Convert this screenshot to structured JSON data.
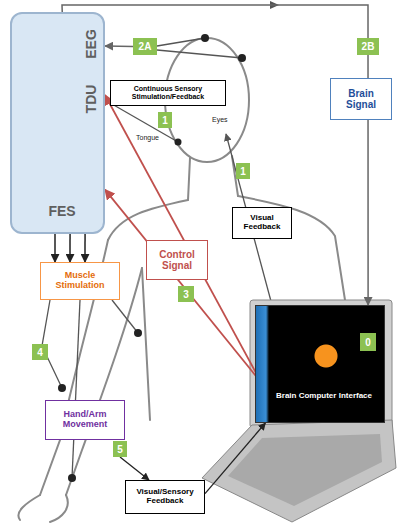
{
  "diagram": {
    "nodes": [
      {
        "text": [
          "EEG",
          "TDU",
          "FES"
        ]
      },
      {
        "text": [
          "2A"
        ]
      },
      {
        "text": [
          "Continuous Sensory Stimulation/Feedback"
        ]
      },
      {
        "text": [
          "Brain Signal"
        ]
      },
      {
        "text": [
          "1"
        ]
      },
      {
        "text": [
          "1"
        ]
      },
      {
        "text": [
          "2B"
        ]
      },
      {
        "text": [
          "Visual Feedback"
        ]
      },
      {
        "text": [
          "Muscle Stimulation"
        ]
      },
      {
        "text": [
          "Control Signal"
        ]
      },
      {
        "text": [
          "3"
        ]
      },
      {
        "text": [
          "Brain Computer Interface"
        ]
      },
      {
        "text": [
          "0"
        ],
        "in": 11
      },
      {
        "text": [
          "4"
        ]
      },
      {
        "text": [
          "Hand/Arm Movement"
        ]
      },
      {
        "text": [
          "5"
        ]
      },
      {
        "text": [
          "Visual/Sensory Feedback"
        ]
      }
    ],
    "edges": [
      {
        "from": 0,
        "to": 11,
        "arrow": "to"
      },
      {
        "from": 1,
        "to": 0,
        "arrow": "to"
      },
      {
        "from": 11,
        "to": 0,
        "arrow": "to"
      },
      {
        "from": 11,
        "to": 0,
        "arrow": "to"
      },
      {
        "from": 0,
        "to": 8,
        "arrow": "to"
      },
      {
        "from": 0,
        "to": 8,
        "arrow": "to"
      },
      {
        "from": 0,
        "to": 8,
        "arrow": "to"
      },
      {
        "from": 15,
        "to": 16,
        "arrow": "to"
      },
      {
        "from": 16,
        "to": 11,
        "arrow": "to"
      }
    ],
    "labels": [
      "Eyes",
      "Tongue"
    ]
  }
}
